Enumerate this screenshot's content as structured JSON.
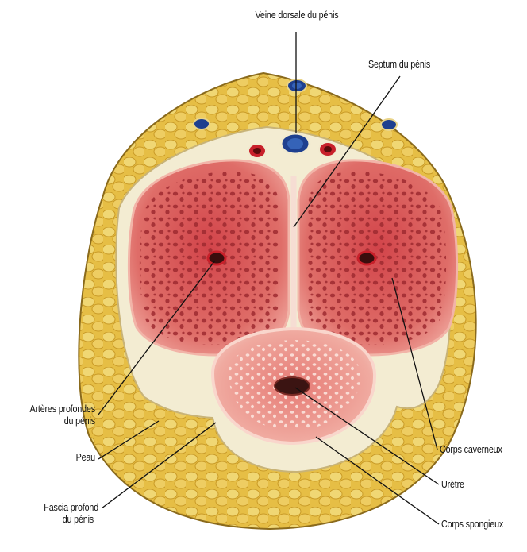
{
  "labels": {
    "veine_dorsale": "Veine dorsale du pénis",
    "septum": "Septum du pénis",
    "arteres_line1": "Artères profondes",
    "arteres_line2": "du pénis",
    "corps_caverneux": "Corps caverneux",
    "peau": "Peau",
    "uretre": "Urètre",
    "fascia_line1": "Fascia profond",
    "fascia_line2": "du pénis",
    "corps_spongieux": "Corps spongieux"
  },
  "colors": {
    "skin_fat": "#e8c24a",
    "skin_outline": "#8a6a1c",
    "fascia": "#f1ead0",
    "cavernous": "#d95c5c",
    "spongy": "#ec9f96",
    "vein": "#2e57a8",
    "artery": "#c8202a"
  }
}
